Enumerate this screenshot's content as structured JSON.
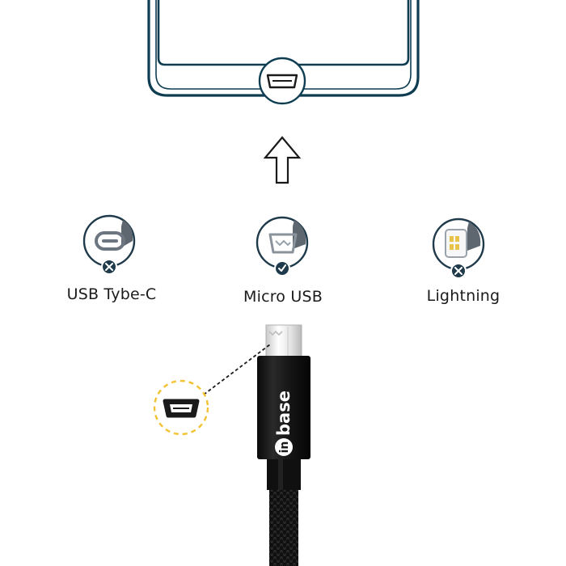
{
  "connectors": [
    {
      "label": "USB Tybe-C",
      "compatible": false,
      "icon": "usb-type-c-port-icon",
      "status_icon": "cross-icon"
    },
    {
      "label": "Micro USB",
      "compatible": true,
      "icon": "micro-usb-port-icon",
      "status_icon": "check-icon"
    },
    {
      "label": "Lightning",
      "compatible": false,
      "icon": "lightning-port-icon",
      "status_icon": "cross-icon"
    }
  ],
  "cable": {
    "brand_prefix": "in",
    "brand_name": "base",
    "connector_type": "Micro USB"
  },
  "colors": {
    "phone_outline": "#0e3d52",
    "badge_dark": "#1f3a4a",
    "connector_highlight": "#f2c232",
    "cable_black": "#141414"
  }
}
